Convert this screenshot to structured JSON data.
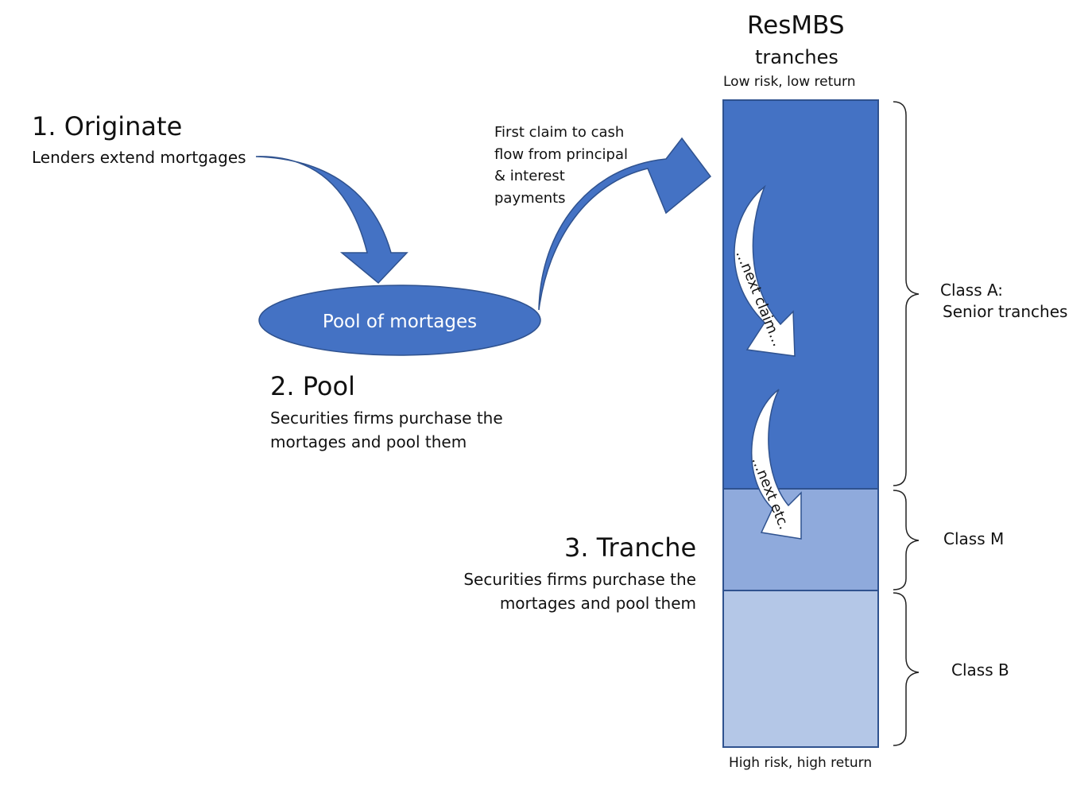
{
  "title": "ResMBS",
  "subtitle": "tranches",
  "top_note": "Low risk, low return",
  "bottom_note": "High risk, high return",
  "steps": [
    {
      "heading": "1. Originate",
      "lines": [
        "Lenders extend mortgages"
      ]
    },
    {
      "heading": "2. Pool",
      "lines": [
        "Securities firms purchase the",
        "mortages and pool them"
      ]
    },
    {
      "heading": "3. Tranche",
      "lines": [
        "Securities firms purchase the",
        "mortages and pool them"
      ]
    }
  ],
  "pool_label": "Pool of mortages",
  "claim_note": [
    "First claim to cash",
    "flow from principal",
    "& interest",
    "payments"
  ],
  "flow_labels": {
    "next_claim": "...next claim...",
    "next_etc": "...next etc."
  },
  "tranches": [
    {
      "class": "Class A:",
      "detail": "Senior tranches",
      "color": "#4472c4"
    },
    {
      "class": "Class M",
      "detail": "",
      "color": "#8faadc"
    },
    {
      "class": "Class B",
      "detail": "",
      "color": "#b4c7e7"
    }
  ],
  "colors": {
    "arrow": "#4472c4",
    "arrow_stroke": "#2f528f",
    "box_stroke": "#2f528f"
  }
}
